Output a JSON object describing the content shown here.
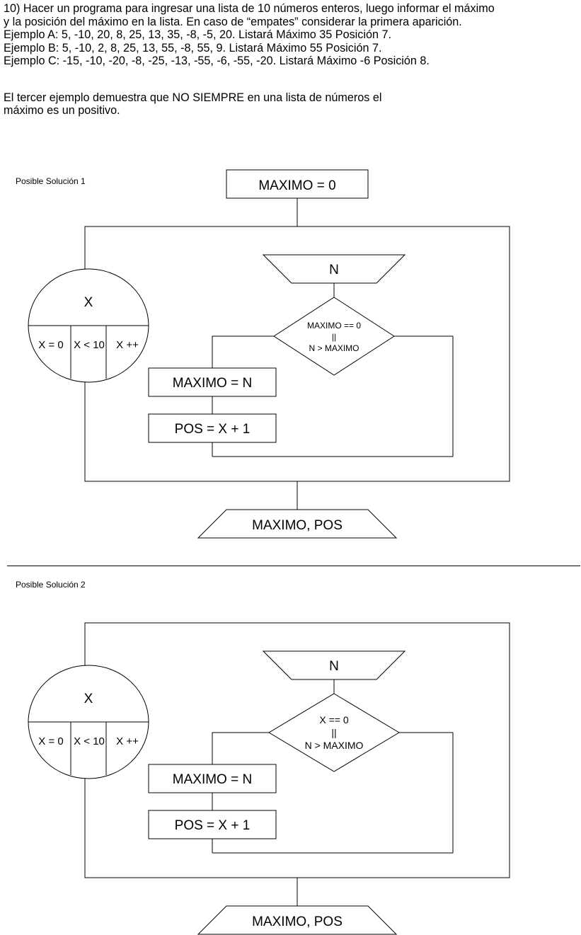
{
  "statement": {
    "line1": "10) Hacer un programa para ingresar una lista de 10 números enteros, luego informar el máximo",
    "line2": "y la posición del máximo en la lista. En caso de “empates” considerar la primera aparición.",
    "example_a": "Ejemplo A: 5, -10, 20, 8, 25, 13, 35, -8, -5, 20. Listará Máximo 35 Posición 7.",
    "example_b": "Ejemplo B: 5, -10, 2, 8, 25, 13, 55, -8, 55, 9. Listará Máximo 55 Posición 7.",
    "example_c": "Ejemplo C: -15, -10, -20, -8, -25, -13, -55, -6, -55, -20. Listará Máximo -6 Posición 8.",
    "note1": "El tercer ejemplo demuestra que NO SIEMPRE en una lista de números el",
    "note2": "máximo es un positivo."
  },
  "solution1": {
    "label": "Posible Solución 1",
    "init": "MAXIMO = 0",
    "loop_var": "X",
    "loop_init": "X = 0",
    "loop_cond": "X < 10",
    "loop_inc": "X ++",
    "input": "N",
    "cond_line1": "MAXIMO == 0",
    "cond_line2": "||",
    "cond_line3": "N > MAXIMO",
    "assign_max": "MAXIMO = N",
    "assign_pos": "POS = X + 1",
    "output": "MAXIMO, POS"
  },
  "solution2": {
    "label": "Posible Solución 2",
    "loop_var": "X",
    "loop_init": "X = 0",
    "loop_cond": "X < 10",
    "loop_inc": "X ++",
    "input": "N",
    "cond_line1": "X == 0",
    "cond_line2": "||",
    "cond_line3": "N > MAXIMO",
    "assign_max": "MAXIMO = N",
    "assign_pos": "POS = X + 1",
    "output": "MAXIMO, POS"
  }
}
